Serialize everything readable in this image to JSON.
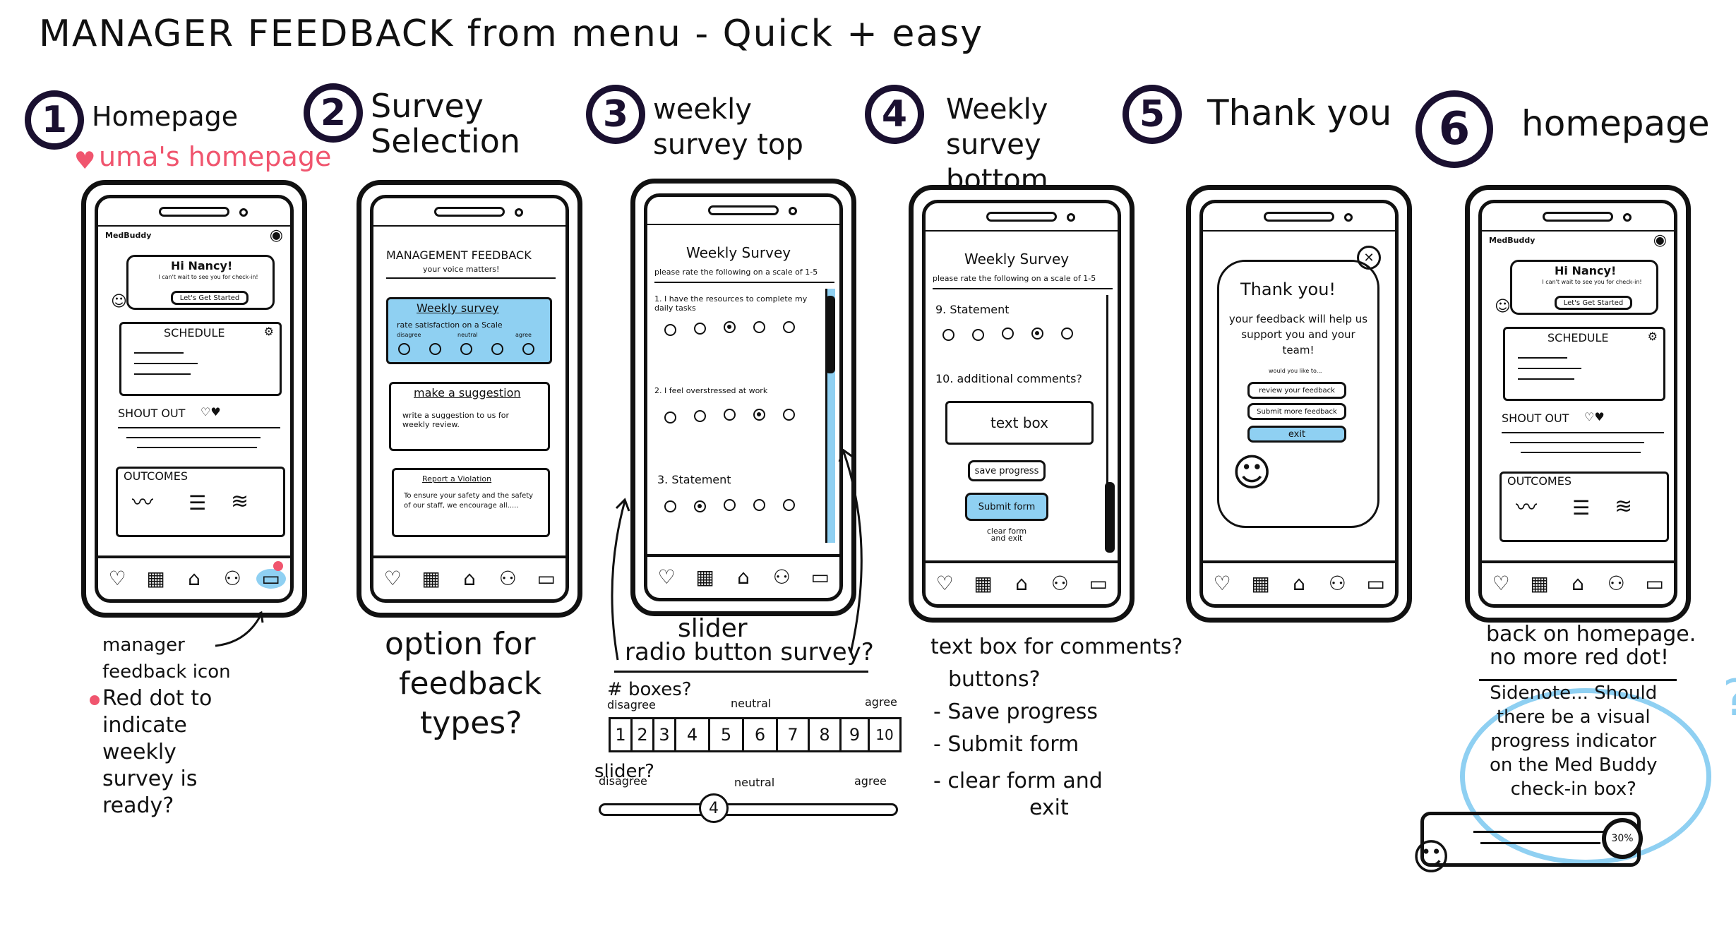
{
  "title": "MANAGER FEEDBACK from menu - Quick + easy",
  "steps": [
    {
      "num": "1",
      "label": "Homepage"
    },
    {
      "num": "2",
      "label": "Survey Selection"
    },
    {
      "num": "3",
      "label": "weekly survey top"
    },
    {
      "num": "4",
      "label": "Weekly survey bottom"
    },
    {
      "num": "5",
      "label": "Thank you"
    },
    {
      "num": "6",
      "label": "homepage"
    }
  ],
  "uma_label": "uma's homepage",
  "home": {
    "logo": "MedBuddy",
    "greeting": "Hi Nancy!",
    "checkin_text": "I can't wait to see you for check-in!",
    "lets_get_started": "Let's Get Started",
    "schedule": "SCHEDULE",
    "shout_out": "SHOUT OUT",
    "outcomes": "OUTCOMES"
  },
  "survey_selection": {
    "header": "MANAGEMENT FEEDBACK",
    "subheader": "your voice matters!",
    "weekly_title": "Weekly survey",
    "weekly_desc": "rate satisfaction on a Scale",
    "scale_labels": [
      "disagree",
      "neutral",
      "agree"
    ],
    "suggestion_title": "make a suggestion",
    "suggestion_desc": "write a suggestion to us for weekly review.",
    "violation_title": "Report a Violation",
    "violation_desc": "To ensure your safety and the safety of our staff, we encourage all....."
  },
  "weekly_survey": {
    "title": "Weekly Survey",
    "instructions": "please rate the following on a scale of 1-5",
    "q1": "1. I have the resources to complete my daily tasks",
    "q2": "2. I feel overstressed at work",
    "q3": "3. Statement",
    "q9": "9. Statement",
    "q10": "10. additional comments?",
    "text_box": "text box",
    "save_progress": "save progress",
    "submit_form": "Submit form",
    "clear_form": "clear form and exit"
  },
  "thank_you": {
    "title": "Thank you!",
    "message": "your feedback will help us support you and your team!",
    "prompt": "would you like to...",
    "review": "review your feedback",
    "submit_more": "Submit more feedback",
    "exit": "exit"
  },
  "notes": {
    "home": [
      "manager",
      "feedback icon",
      "Red dot to",
      "indicate",
      "weekly",
      "survey is",
      "ready?"
    ],
    "selection": [
      "option for",
      "feedback",
      "types?"
    ],
    "slider_title": "slider",
    "radio_question": "radio button survey?",
    "boxes_question": "# boxes?",
    "scale_words": [
      "disagree",
      "neutral",
      "agree"
    ],
    "scale_numbers": [
      "1",
      "2",
      "3",
      "4",
      "5",
      "6",
      "7",
      "8",
      "9",
      "10"
    ],
    "slider_question": "slider?",
    "slider_value": "4",
    "bottom_notes": [
      "text box for comments?",
      "buttons?",
      "- Save progress",
      "- Submit form",
      "- clear form and",
      "exit"
    ],
    "home6": [
      "back on homepage.",
      "no more red dot!"
    ],
    "sidenote": [
      "Sidenote... Should",
      "there be a visual",
      "progress indicator",
      "on the Med Buddy",
      "check-in box?"
    ],
    "progress_value": "30%",
    "question_mark": "?"
  },
  "colors": {
    "accent_red": "#f0556e",
    "accent_blue": "#8fd0f2",
    "ink": "#111111",
    "circle": "#1a1030"
  }
}
